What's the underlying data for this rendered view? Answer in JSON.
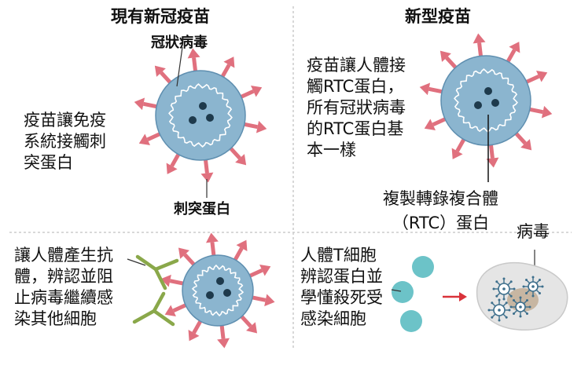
{
  "left_panel": {
    "title": "現有新冠疫苗",
    "virus_label": "冠狀病毒",
    "caption": "疫苗讓免疫\n系統接觸刺\n突蛋白",
    "spike_label": "刺突蛋白"
  },
  "right_panel": {
    "title": "新型疫苗",
    "caption": "疫苗讓人體接\n觸RTC蛋白，\n所有冠狀病毒\n的RTC蛋白基\n本一樣",
    "rtc_label": "複製轉錄複合體\n（RTC）蛋白"
  },
  "bottom_left": {
    "caption": "讓人體產生抗\n體，辨認並阻\n止病毒繼續感\n染其他細胞"
  },
  "bottom_right": {
    "caption": "人體T細胞\n辨認蛋白並\n學懂殺死受\n感染細胞",
    "virus_label": "病毒"
  },
  "colors": {
    "virus_body": "#8bb5cf",
    "virus_stroke": "#5f8fb0",
    "spike": "#e0707e",
    "core": "#1e3a4c",
    "antibody": "#8aa84a",
    "t_cell": "#6cc3c8",
    "arrow": "#d9323a",
    "infected_cell": "#e5e5e5"
  }
}
